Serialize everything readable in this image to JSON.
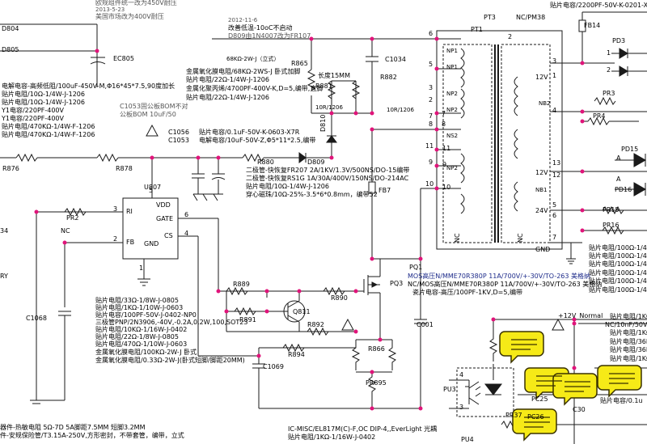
{
  "labels": {
    "cn_tl_1": "欧规组件统一改为450V耐压",
    "cn_tl_2": "2013-5-23",
    "cn_tl_3": "美国市场改为400V耐压",
    "pn_d804": "D804",
    "pn_d805": "D805",
    "pn_ec805": "EC805",
    "pn_r865": "R865",
    "pn_r881": "R881",
    "pn_r882": "R882",
    "pn_c1034": "C1034",
    "pn_d810": "D810",
    "pn_d809": "D809",
    "pn_r880": "R880",
    "pn_r876": "R876",
    "pn_r878": "R878",
    "pn_c1056": "C1056",
    "pn_c1053": "C1053",
    "pn_u807": "U807",
    "pn_pr2": "PR2",
    "pn_c1068": "C1068",
    "pn_r889": "R889",
    "pn_r890": "R890",
    "pn_r891": "R891",
    "pn_q811": "Q811",
    "pn_r892": "R892",
    "pn_r894": "R894",
    "pn_c1069": "C1069",
    "pn_r866": "R866",
    "pn_pr895": "PR895",
    "pn_c001": "C001",
    "pn_pq1": "PQ1",
    "pn_pq3": "PQ3",
    "pn_fb7": "FB7",
    "pn_pt3": "PT3",
    "pn_pt1": "PT1",
    "pn_ncpm38": "NC/PM38",
    "pn_fb14": "FB14",
    "pn_pd3": "PD3",
    "pn_pr3": "PR3",
    "pn_pr4": "PR4",
    "pn_pd15": "PD15",
    "pn_pd16": "PD16",
    "pn_pr15": "PR15",
    "pn_pr16": "PR16",
    "pn_pu3": "PU3",
    "pn_pr37": "PR37",
    "pn_pc25": "PC25",
    "pn_pc26": "PC26",
    "pn_c30": "C30",
    "pn_pu4": "PU4",
    "net_12v": "+12V_Normal",
    "u_ri": "RI",
    "u_vdd": "VDD",
    "u_gate": "GATE",
    "u_cs": "CS",
    "u_fb": "FB",
    "u_gnd": "GND",
    "u_nc": "NC",
    "val_68k": "68KΩ-2W-J（立式）",
    "val_15mm": "长度15MM",
    "val_10r_1": "10R/1206",
    "val_10r_2": "10R/1206",
    "note_date_1": "2012-11-6",
    "note_date_2": "改善低温-10oC不启动",
    "note_date_3": "D809由1N4007改为FR107",
    "tf_np1": "NP1",
    "tf_np1b": "NP1",
    "tf_np2": "NP2",
    "tf_np2b": "NP2",
    "tf_ns2": "NS2",
    "tf_nb2": "NB2",
    "tf_np2c": "NP2",
    "tf_nb1": "NB1",
    "tf_12v_a": "12V",
    "tf_12v_b": "12V",
    "tf_24v": "24V",
    "tf_nc_a": "NC",
    "tf_nc_b": "NC",
    "tf_gnd": "GND",
    "bom_ec805": "电解电容-高频低阻/100uF-450V-M,Φ16*45*7.5,90度加长",
    "bom_r1": "贴片电阻/10Ω-1/4W-J-1206",
    "bom_r2": "贴片电阻/10Ω-1/4W-J-1206",
    "bom_y1a": "Y1电容/220PF-400V",
    "bom_y1b": "Y1电容/220PF-400V",
    "bom_r3": "贴片电阻/470KΩ-1/4W-F-1206",
    "bom_r4": "贴片电阻/470KΩ-1/4W-F-1206",
    "bom_m1": "金属氧化膜电阻/68KΩ-2WS-J 卧式加脚",
    "bom_m2": "贴片电阻/22Ω-1/4W-J-1206",
    "bom_m3": "金属化聚丙烯/4700PF-400V-K,D=5,编带,直脚",
    "bom_m4": "贴片电阻/22Ω-1/4W-J-1206",
    "bom_c1053_a": "C1053固公板BOM不对",
    "bom_c1053_b": "公板BOM 10uF/50",
    "bom_c1056": "贴片电容/0.1uF-50V-K-0603-X7R",
    "bom_c1053": "电解电容/10uF-50V-Z,Φ5*11*2.5,编带",
    "bom_d1": "二极管-快恢复FR207 2A/1KV/1.3V/500NS/DO-15编带",
    "bom_d2": "二极管-快恢复RS1G 1A/30A/400V/150NS/DO-214AC",
    "bom_d3": "贴片电阻/10Ω-1/4W-J-1206",
    "bom_d4": "穿心磁珠/10Ω-25%-3.5*6*0.8mm，编带52",
    "bom_q1": "贴片电阻/33Ω-1/8W-J-0805",
    "bom_q2": "贴片电阻/1KΩ-1/10W-J-0603",
    "bom_q3": "贴片电容/100PF-50V-J-0402-NP0",
    "bom_q4": "三极管PNP/2N3906,-40V,-0.2A,0.2W,100,SOT23",
    "bom_q5": "贴片电阻/10KΩ-1/16W-J-0402",
    "bom_q6": "贴片电阻/22Ω-1/8W-J-0805",
    "bom_q7": "贴片电阻/470Ω-1/10W-J-0603",
    "bom_q8": "金属氧化膜电阻/100KΩ-2W-J 卧式",
    "bom_q9": "金属氧化膜电阻/0.33Ω-2W-J(卧式短脚/脚距20MM)",
    "bom_mos1": "MOS高压N/MME70R380P 11A/700V/+-30V/TO-263 美格纳",
    "bom_mos2": "NC/MOS高压N/MME70R380P 11A/700V/+-30V/TO-263 美格纳",
    "bom_mos3": "瓷片电容-高压/100PF-1KV,D=5,编带",
    "bom_tr": "贴片电容/2200PF-50V-K-0201-X",
    "bom_r5": "贴片电阻/2",
    "bom_pr_a": "贴片电阻/100Ω-1/4W-",
    "bom_pr_b": "贴片电阻/100Ω-1/4W-",
    "bom_pr_c": "贴片电阻/100Ω-1/4W-",
    "bom_pr_d": "贴片电阻/100Ω-1/4W-",
    "bom_pr_e": "贴片电阻/100Ω-1/4W-",
    "bom_pr_f": "贴片电阻/100Ω-1/4W-",
    "bom_rr1": "贴片电阻/1KΩ",
    "bom_rr2": "NC/10nF/50V",
    "bom_rr3": "贴片电阻/1KΩ",
    "bom_rr4": "贴片电阻/36KΩ",
    "bom_rr5": "贴片电阻/36KΩ",
    "bom_rr6": "贴片电阻/1KΩ",
    "bom_cc": "贴片电容/0.1u",
    "bom_bot1": "器件-热敏电阻 5Ω-7D 5A脚距7.5MM 短脚3.2MM",
    "bom_bot2": "件-安规保险管/T3.15A-250V,方形密封，不带套管，编带，立式",
    "bom_bot3": "IC-MISC/EL817M(C)-F,OC  DIP-4,,EverLight 光耦",
    "bom_bot4": "贴片电阻/1KΩ-1/16W-J-0402",
    "bom_pr2nc": "NC",
    "bom_r5b": "贴片电",
    "bom_left_34": "34",
    "bom_left_ry": "RY"
  },
  "pins": {
    "p6": "6",
    "p2": "2",
    "p5": "5",
    "p3": "3",
    "p4": "4",
    "p1": "1",
    "pt_6": "6",
    "pt_5": "5",
    "pt_3": "3",
    "pt_2": "2",
    "pt_7": "7",
    "pt_8": "8",
    "pt_11": "11",
    "pt_9": "9",
    "pt_10": "10",
    "pt_1": "1",
    "pt_2b": "2",
    "pt_3b": "3",
    "pt_4": "4",
    "pt_5b": "5",
    "pt_6b": "6",
    "pt_7b": "7",
    "pt_8b": "8",
    "pt_9b": "9",
    "pt_10b": "10",
    "pt_11b": "11",
    "pt_12": "12",
    "pt_13": "13",
    "pd_a1": "A",
    "pd_a2": "A",
    "pd_1": "1",
    "pd_2": "2",
    "pd3_1": "1",
    "pd3_2": "2",
    "pu_4": "4",
    "pu_3": "3"
  },
  "colors": {
    "wire": "#1a1a1a",
    "junction": "#e0147a",
    "pin": "#c2185b",
    "callout": "#f6ea17",
    "callout_border": "#3a3200"
  }
}
